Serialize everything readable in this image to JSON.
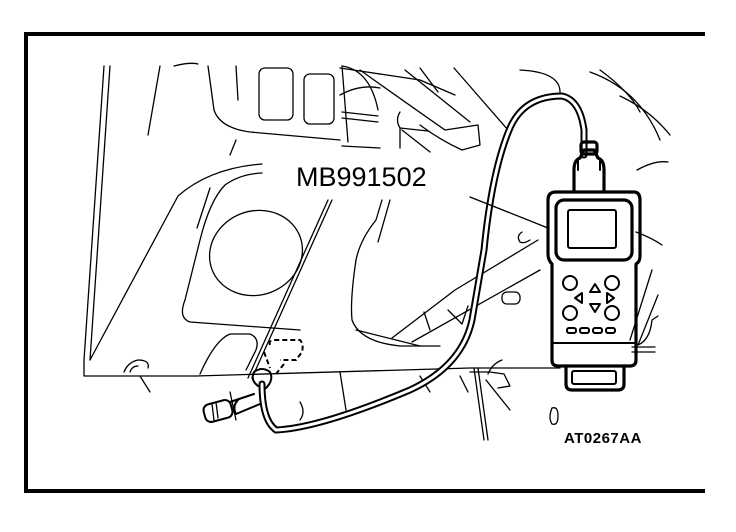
{
  "figure": {
    "part_label": "MB991502",
    "figure_code": "AT0267AA",
    "subject": "diagnostic-tool-connected-to-vehicle-connector"
  },
  "colors": {
    "ink": "#000000",
    "paper": "#ffffff"
  }
}
